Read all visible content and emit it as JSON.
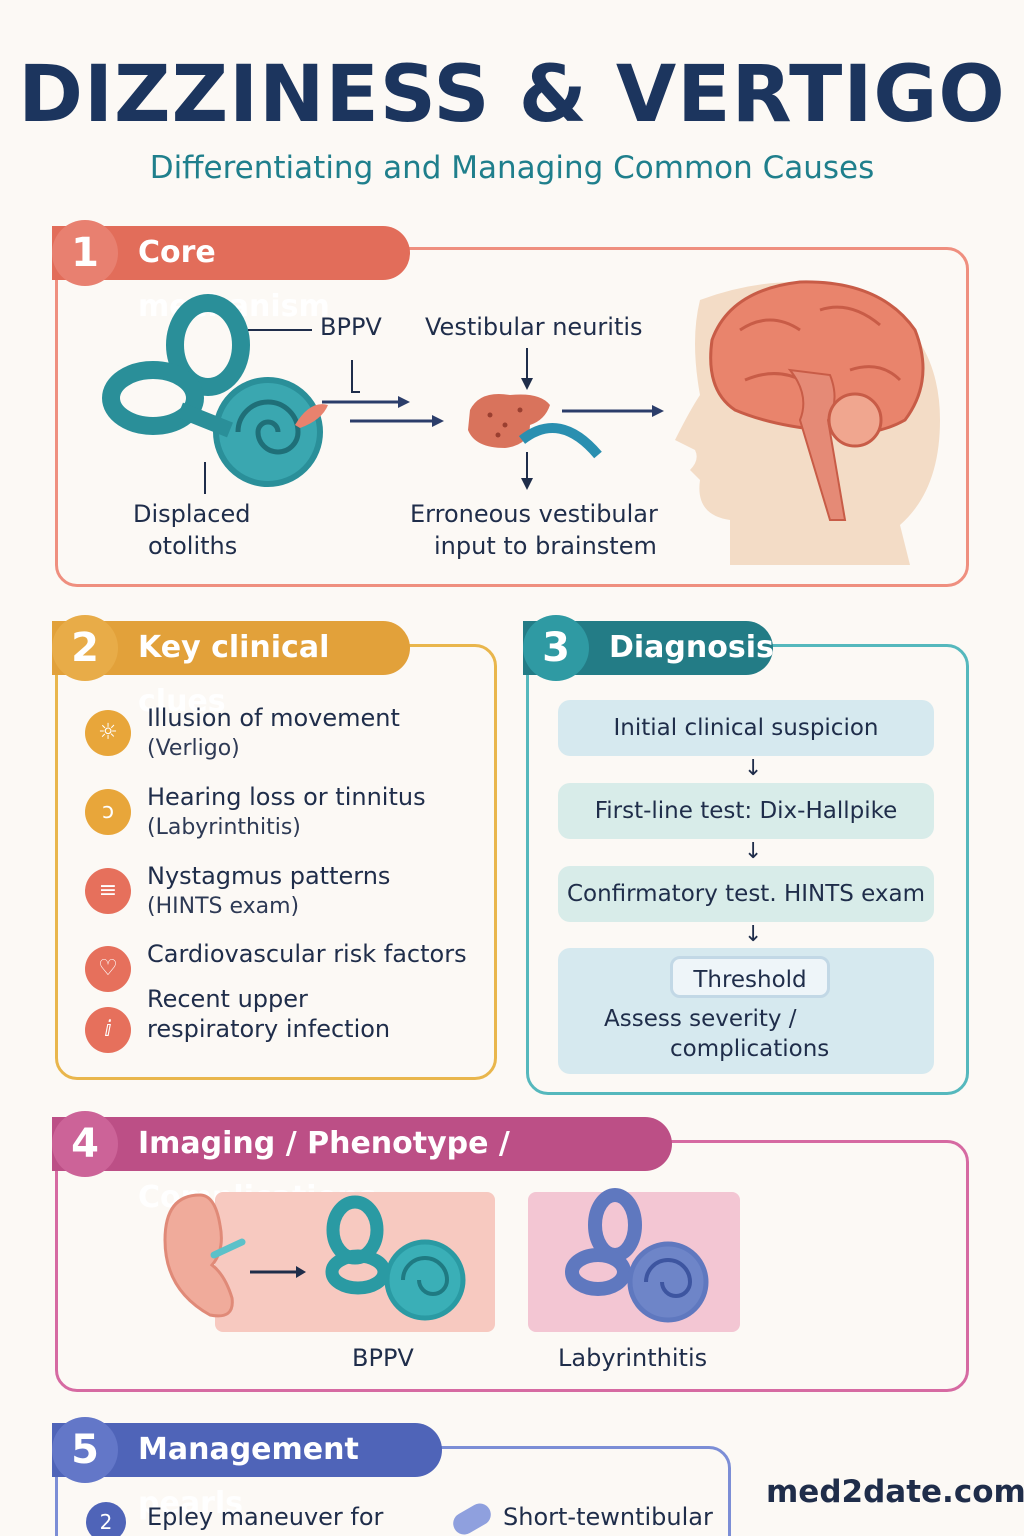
{
  "header": {
    "title": "DIZZINESS & VERTIGO",
    "subtitle": "Differentiating and Managing Common Causes"
  },
  "sections": [
    {
      "number": "1",
      "label": "Core mechanism",
      "color": "#e26d5a"
    },
    {
      "number": "2",
      "label": "Key clinical clues",
      "color": "#e2a13a"
    },
    {
      "number": "3",
      "label": "Diagnosis",
      "color": "#237c86"
    },
    {
      "number": "4",
      "label": "Imaging / Phenotype / Complications",
      "color": "#bc4f86"
    },
    {
      "number": "5",
      "label": "Management pearls",
      "color": "#4f64b8"
    }
  ],
  "mechanism": {
    "bppv": "BPPV",
    "neuritis": "Vestibular neuritis",
    "otoliths_line1": "Displaced",
    "otoliths_line2": "otoliths",
    "input_line1": "Erroneous vestibular",
    "input_line2": "input to brainstem"
  },
  "clues": [
    {
      "main": "Illusion of movement",
      "sub": "(Verligo)",
      "icon": "dizzy-face-icon",
      "color": "#e2a13a"
    },
    {
      "main": "Hearing loss or tinnitus",
      "sub": "(Labyrinthitis)",
      "icon": "ear-icon",
      "color": "#e8a63a"
    },
    {
      "main": "Nystagmus patterns",
      "sub": "(HINTS exam)",
      "icon": "eye-motion-icon",
      "color": "#e6705c"
    },
    {
      "main": "Cardiovascular risk factors",
      "sub": "",
      "icon": "heart-icon",
      "color": "#e6705c"
    },
    {
      "main": "Recent upper",
      "sub": "respiratory infection",
      "icon": "infection-icon",
      "color": "#e6705c"
    }
  ],
  "diagnosis": {
    "steps": [
      "Initial clinical suspicion",
      "First-line test: Dix-Hallpike",
      "Confirmatory test. HINTS exam"
    ],
    "threshold": "Threshold",
    "severity_line1": "Assess severity /",
    "severity_line2": "complications"
  },
  "imaging": {
    "bppv_label": "BPPV",
    "labyrinthitis_label": "Labyrinthitis"
  },
  "management": {
    "item1": "Epley maneuver for",
    "item2": "Short-tewntibular"
  },
  "footer": {
    "site": "med2date.com"
  }
}
